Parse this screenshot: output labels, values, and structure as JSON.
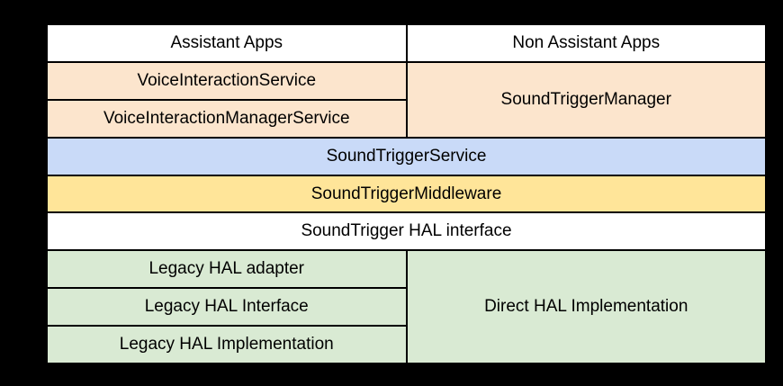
{
  "palette": {
    "background": "#000000",
    "gridline": "#000000",
    "apps_fill": "#FFFFFF",
    "framework_fill": "#FCE5CD",
    "service_fill": "#C9DAF8",
    "middleware_fill": "#FFE599",
    "hal_interface_fill": "#FFFFFF",
    "hal_fill": "#D9EAD3",
    "text": "#000000"
  },
  "diagram": {
    "cells": {
      "assistant_apps": "Assistant Apps",
      "non_assistant_apps": "Non Assistant Apps",
      "voice_interaction_service": "VoiceInteractionService",
      "voice_interaction_manager_service": "VoiceInteractionManagerService",
      "sound_trigger_manager": "SoundTriggerManager",
      "sound_trigger_service": "SoundTriggerService",
      "sound_trigger_middleware": "SoundTriggerMiddleware",
      "sound_trigger_hal_interface": "SoundTrigger HAL interface",
      "legacy_hal_adapter": "Legacy HAL adapter",
      "legacy_hal_interface": "Legacy HAL Interface",
      "legacy_hal_implementation": "Legacy HAL Implementation",
      "direct_hal_implementation": "Direct HAL Implementation"
    }
  }
}
